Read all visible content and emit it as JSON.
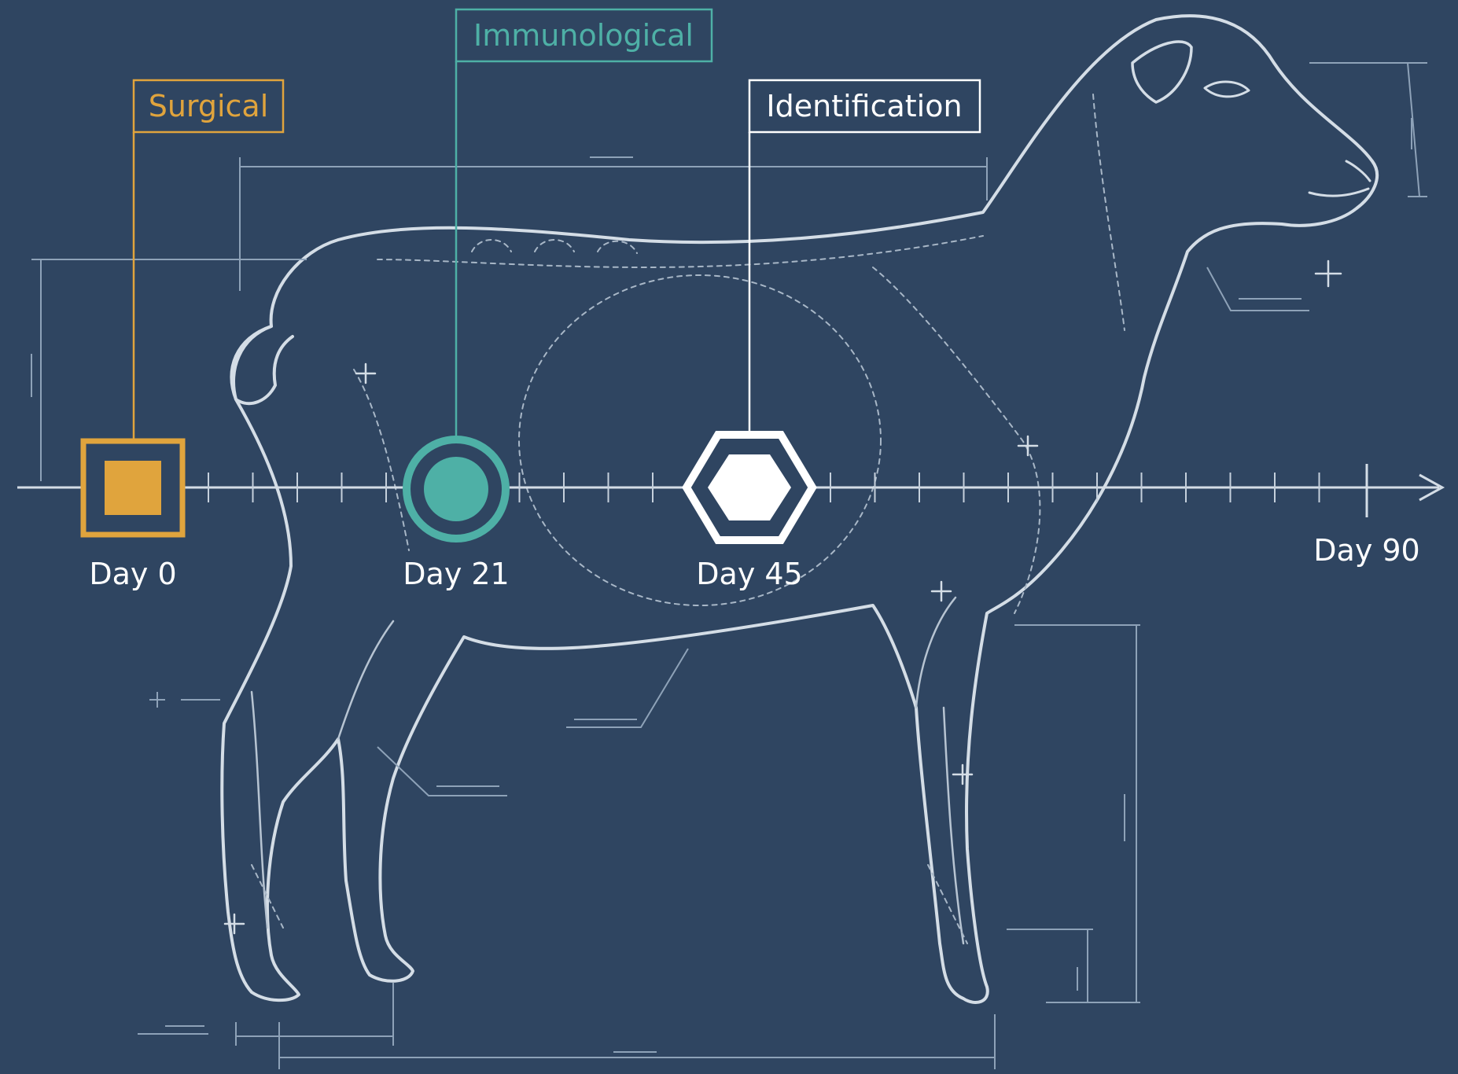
{
  "colors": {
    "background": "#2f4561",
    "blueprint_line": "#d4dde6",
    "faint_line": "#8ea2b8",
    "surgical": "#e0a43d",
    "immunological": "#4eb0a6",
    "identification": "#ffffff"
  },
  "timeline": {
    "end_label": "Day 90",
    "milestones": [
      {
        "category": "Surgical",
        "day_label": "Day 0",
        "day": 0,
        "marker_shape": "square",
        "color_key": "surgical"
      },
      {
        "category": "Immunological",
        "day_label": "Day 21",
        "day": 21,
        "marker_shape": "circle",
        "color_key": "immunological"
      },
      {
        "category": "Identification",
        "day_label": "Day 45",
        "day": 45,
        "marker_shape": "hexagon",
        "color_key": "identification"
      }
    ]
  },
  "illustration": {
    "subject": "sheep-blueprint",
    "icon": "sheep-outline-icon"
  }
}
